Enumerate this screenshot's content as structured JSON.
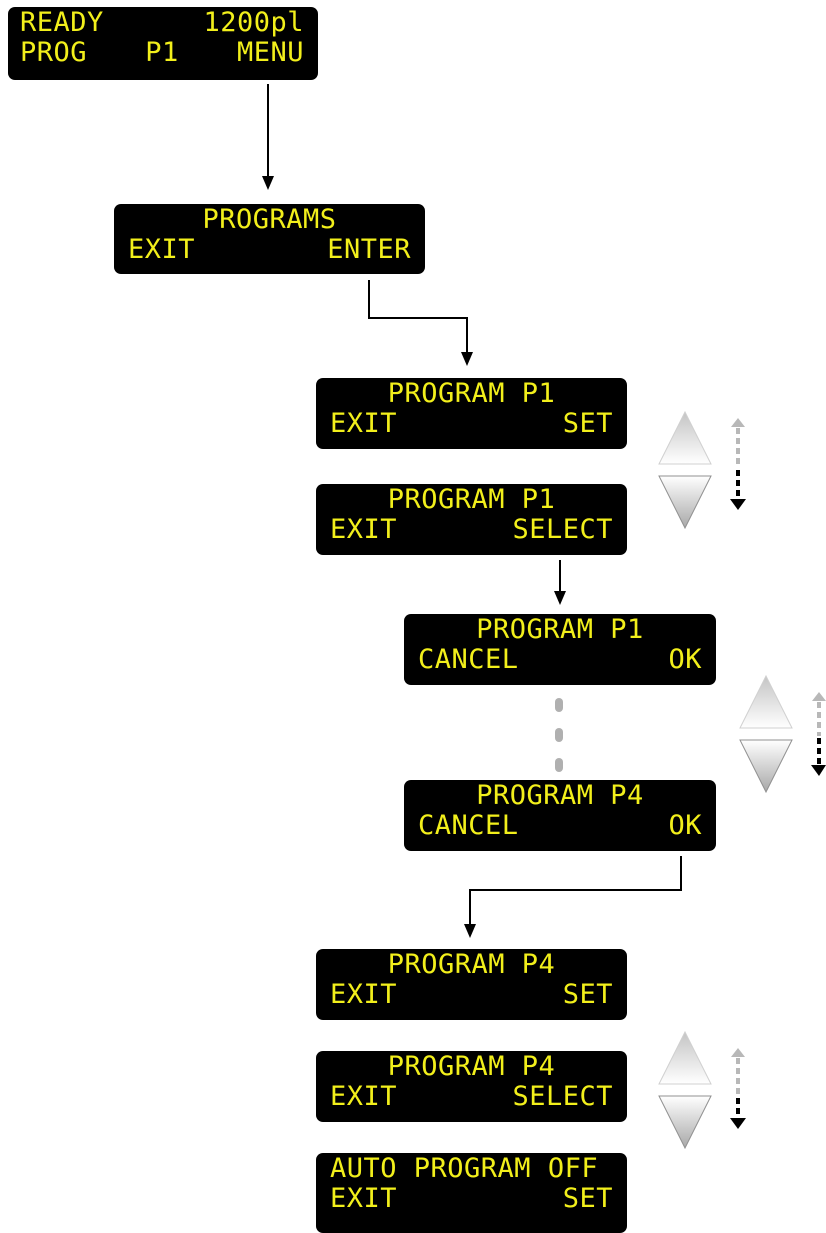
{
  "screens": {
    "s1": {
      "line1_left": "READY",
      "line1_right": "1200pl",
      "line2_left": "PROG",
      "line2_mid": "P1",
      "line2_right": "MENU"
    },
    "s2": {
      "title": "PROGRAMS",
      "left": "EXIT",
      "right": "ENTER"
    },
    "s3": {
      "title": "PROGRAM P1",
      "left": "EXIT",
      "right": "SET"
    },
    "s4": {
      "title": "PROGRAM P1",
      "left": "EXIT",
      "right": "SELECT"
    },
    "s5": {
      "title": "PROGRAM P1",
      "left": "CANCEL",
      "right": "OK"
    },
    "s6": {
      "title": "PROGRAM P4",
      "left": "CANCEL",
      "right": "OK"
    },
    "s7": {
      "title": "PROGRAM P4",
      "left": "EXIT",
      "right": "SET"
    },
    "s8": {
      "title": "PROGRAM P4",
      "left": "EXIT",
      "right": "SELECT"
    },
    "s9": {
      "title": "AUTO PROGRAM OFF",
      "left": "EXIT",
      "right": "SET"
    }
  },
  "colors": {
    "lcd_background": "#000000",
    "lcd_text": "#f2ef1b",
    "arrow": "#000000",
    "dots": "#b0b0b0",
    "button": "#c8c8c8"
  },
  "icons": [
    "up-button-icon",
    "down-button-icon",
    "scroll-up-arrow-icon",
    "scroll-down-arrow-icon",
    "continuation-dots-icon"
  ]
}
